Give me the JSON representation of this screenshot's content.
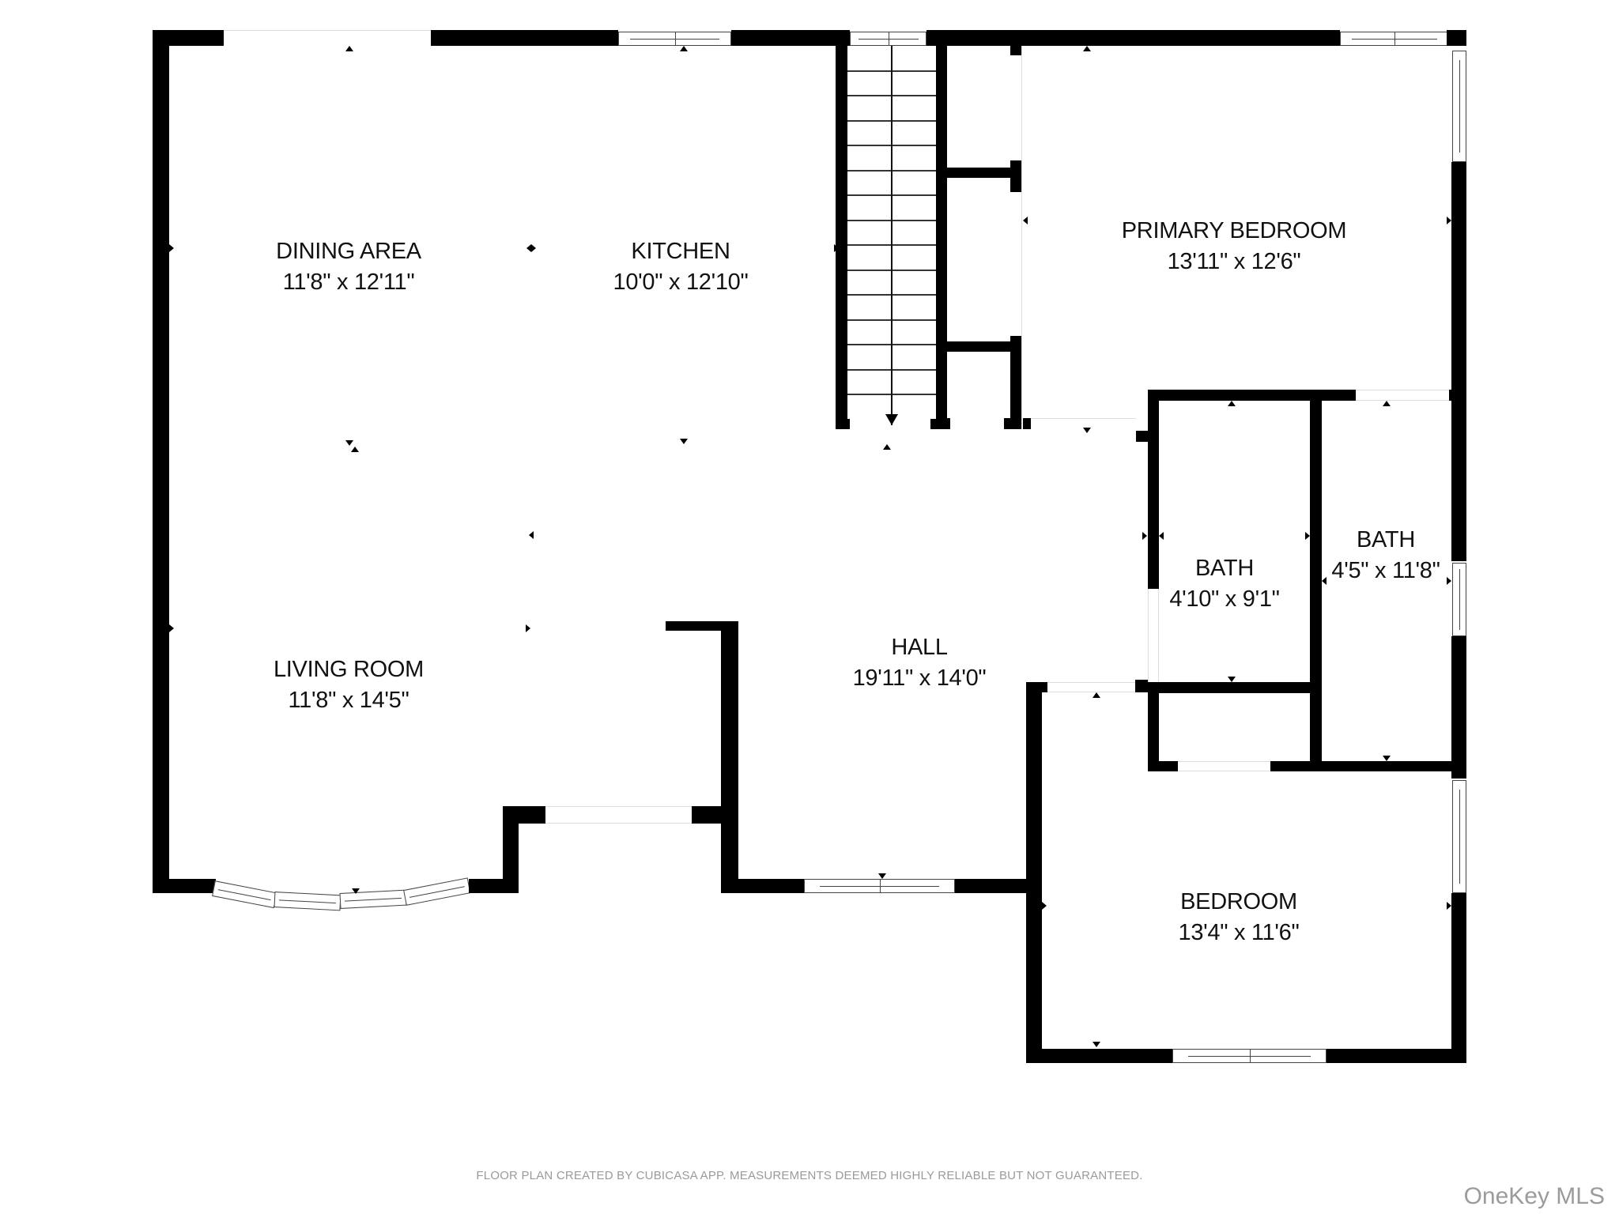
{
  "floor_plan": {
    "rooms": [
      {
        "id": "dining-area",
        "name": "DINING AREA",
        "dimensions": "11'8\" x 12'11\""
      },
      {
        "id": "kitchen",
        "name": "KITCHEN",
        "dimensions": "10'0\" x 12'10\""
      },
      {
        "id": "primary-bedroom",
        "name": "PRIMARY BEDROOM",
        "dimensions": "13'11\" x 12'6\""
      },
      {
        "id": "bath-1",
        "name": "BATH",
        "dimensions": "4'10\" x 9'1\""
      },
      {
        "id": "bath-2",
        "name": "BATH",
        "dimensions": "4'5\" x 11'8\""
      },
      {
        "id": "living-room",
        "name": "LIVING ROOM",
        "dimensions": "11'8\" x 14'5\""
      },
      {
        "id": "hall",
        "name": "HALL",
        "dimensions": "19'11\" x 14'0\""
      },
      {
        "id": "bedroom",
        "name": "BEDROOM",
        "dimensions": "13'4\" x 11'6\""
      }
    ],
    "features": {
      "stairs": "stairs-icon",
      "wall_color": "#000000",
      "window_outline_color": "#444444",
      "background_color": "#ffffff"
    }
  },
  "footer": {
    "disclaimer": "FLOOR PLAN CREATED BY CUBICASA APP. MEASUREMENTS DEEMED HIGHLY RELIABLE BUT NOT GUARANTEED.",
    "brand": "OneKey MLS"
  }
}
